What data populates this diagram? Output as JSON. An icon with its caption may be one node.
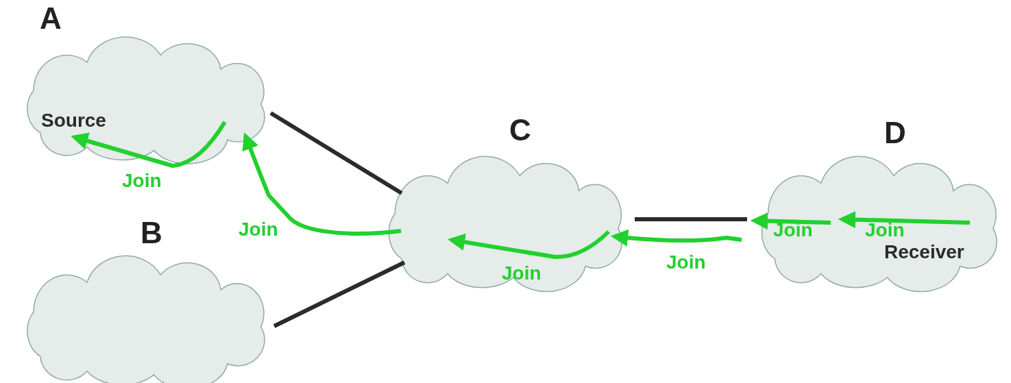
{
  "diagram": {
    "nodes": [
      {
        "text": [
          "A"
        ]
      },
      {
        "text": [
          "Source"
        ],
        "in": 0
      },
      {
        "text": [
          "B"
        ]
      },
      {
        "text": [
          "C"
        ]
      },
      {
        "text": [
          "D"
        ]
      },
      {
        "text": [
          "Receiver"
        ],
        "in": 4
      }
    ],
    "edges": [
      {
        "from": 0,
        "to": 3,
        "arrow": "none",
        "color": "#2b2b2b"
      },
      {
        "from": 2,
        "to": 3,
        "arrow": "none",
        "color": "#2b2b2b"
      },
      {
        "from": 3,
        "to": 4,
        "arrow": "none",
        "color": "#2b2b2b"
      },
      {
        "from": null,
        "to": 1,
        "arrow": "to",
        "label": "Join"
      },
      {
        "from": 3,
        "to": 0,
        "arrow": "to",
        "label": "Join"
      },
      {
        "from": null,
        "to": 3,
        "arrow": "to",
        "label": "Join"
      },
      {
        "from": 4,
        "to": 3,
        "arrow": "to",
        "label": "Join"
      },
      {
        "from": null,
        "to": 4,
        "arrow": "to",
        "label": "Join"
      },
      {
        "from": 5,
        "to": null,
        "arrow": "to",
        "label": "Join"
      }
    ]
  }
}
